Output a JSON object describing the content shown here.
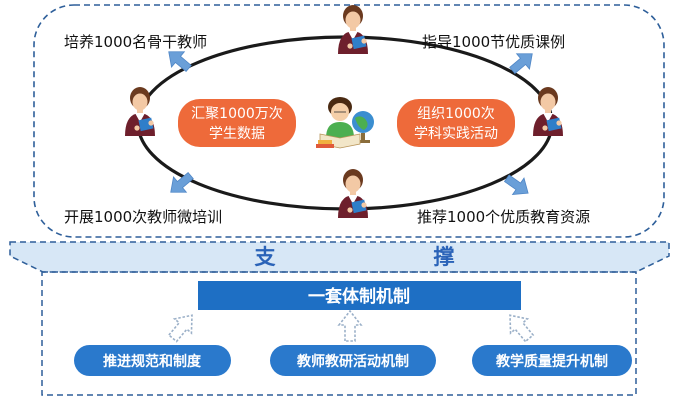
{
  "top": {
    "goal_top_left": "培养1000名骨干教师",
    "goal_top_right": "指导1000节优质课例",
    "goal_bottom_left": "开展1000次教师微培训",
    "goal_bottom_right": "推荐1000个优质教育资源",
    "pill_left_line1": "汇聚1000万次",
    "pill_left_line2": "学生数据",
    "pill_right_line1": "组织1000次",
    "pill_right_line2": "学科实践活动"
  },
  "support": {
    "char1": "支",
    "char2": "撑"
  },
  "bottom": {
    "bar_label": "一套体制机制",
    "mechanisms": [
      "推进规范和制度",
      "教师教研活动机制",
      "教学质量提升机制"
    ]
  },
  "icons": {
    "teacher": "teacher-holding-book-icon",
    "student": "student-reading-with-globe-icon",
    "arrow": "outward-arrow-icon",
    "hollow_arrow": "hollow-up-arrow-icon"
  },
  "colors": {
    "border_blue": "#2e5f9a",
    "arrow_blue": "#6a9fd8",
    "pill_orange": "#ee6a3a",
    "support_band": "#d7e7f6",
    "bar_blue": "#1e6fc4",
    "mechanism_blue": "#2a79cc"
  }
}
